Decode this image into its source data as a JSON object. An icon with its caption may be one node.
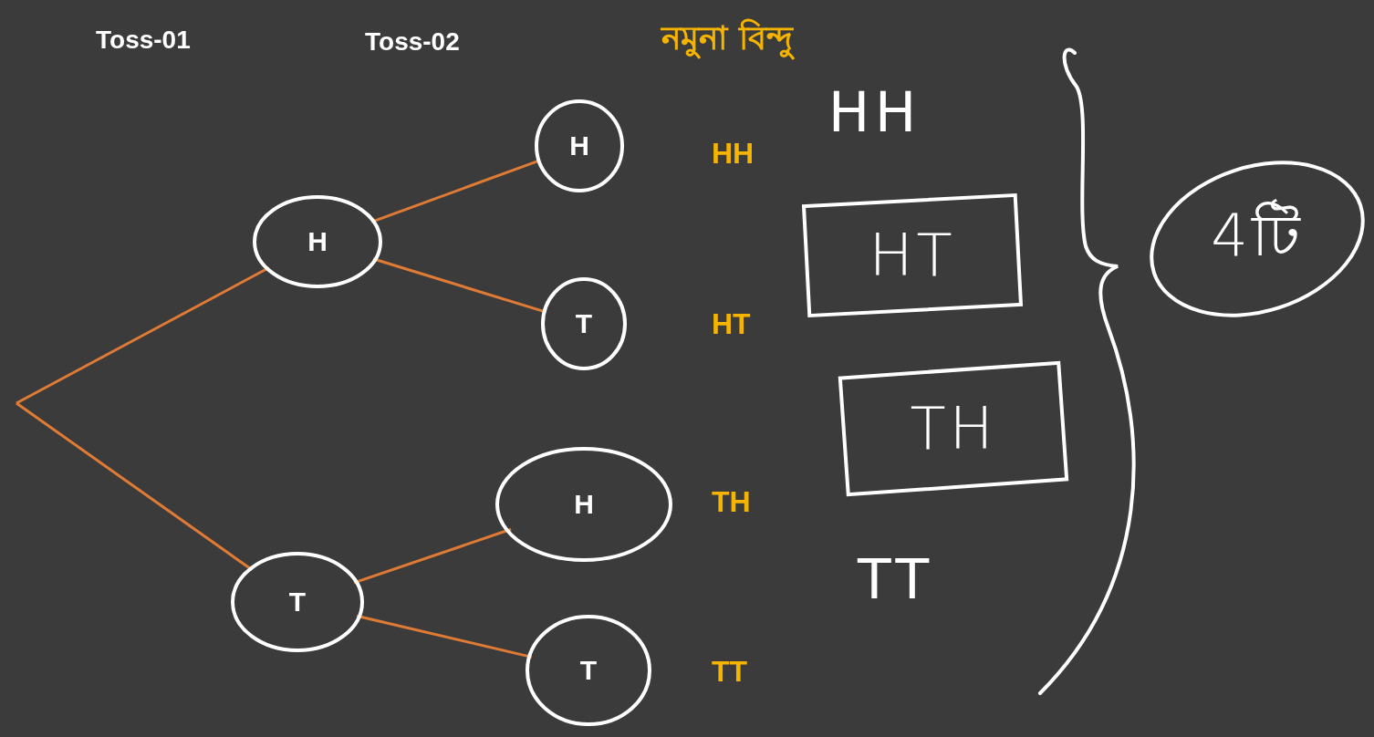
{
  "diagram": {
    "title": "নমুনা বিন্দু",
    "nodes": [
      {
        "text": [
          "H"
        ]
      },
      {
        "text": [
          "T"
        ]
      },
      {
        "text": [
          "H"
        ]
      },
      {
        "text": [
          "T"
        ]
      },
      {
        "text": [
          "H"
        ]
      },
      {
        "text": [
          "T"
        ]
      },
      {
        "text": [
          "HT"
        ]
      },
      {
        "text": [
          "TH"
        ]
      },
      {
        "text": [
          "4টি"
        ]
      }
    ],
    "edges": [
      {
        "from": null,
        "to": 0,
        "arrow": "none"
      },
      {
        "from": null,
        "to": 1,
        "arrow": "none"
      },
      {
        "from": 0,
        "to": 2,
        "arrow": "none"
      },
      {
        "from": 0,
        "to": 3,
        "arrow": "none"
      },
      {
        "from": 1,
        "to": 4,
        "arrow": "none"
      },
      {
        "from": 1,
        "to": 5,
        "arrow": "none"
      }
    ],
    "labels": [
      "Toss-01",
      "Toss-02",
      "HH",
      "HT",
      "TH",
      "TT",
      "HH",
      "TT"
    ]
  }
}
